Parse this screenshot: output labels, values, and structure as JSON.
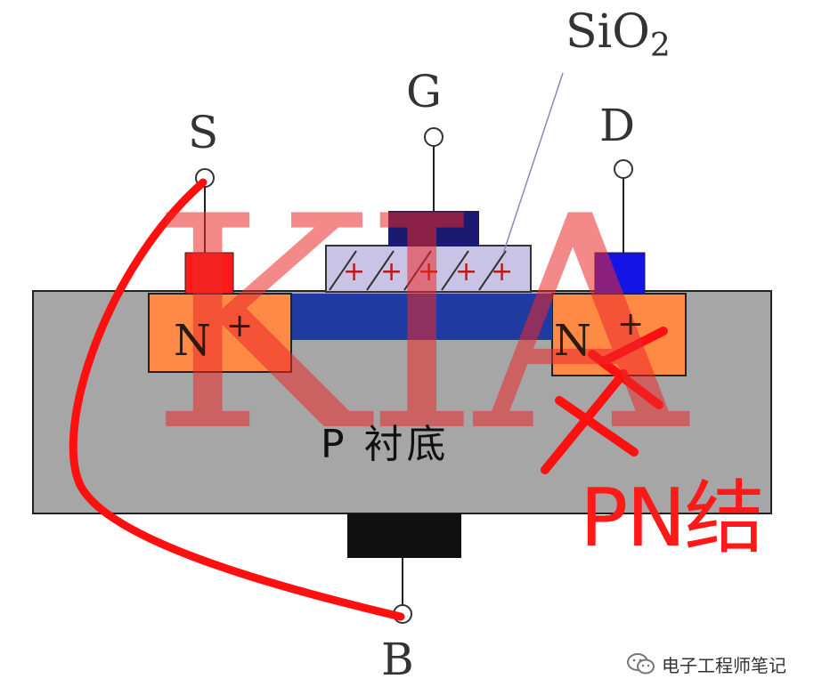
{
  "terminals": {
    "source": "S",
    "gate": "G",
    "drain": "D",
    "body": "B"
  },
  "oxide_label_main": "SiO",
  "oxide_label_sub": "2",
  "n_region_main": "N",
  "n_region_sup": "+",
  "oxide_charge": "+/+/+/+/",
  "substrate_label": "P 衬底",
  "watermark": "KIA",
  "annotation": "PN结",
  "footer": "电子工程师笔记",
  "colors": {
    "substrate": "#a6a6a6",
    "n_region": "#ff8a45",
    "channel": "#1f3aa0",
    "source_contact": "#ff1a1a",
    "drain_contact": "#1414e6",
    "gate_contact": "#1a1a70",
    "oxide": "#c9c4e6",
    "body_contact": "#111111",
    "annotation": "#ff1a1a"
  }
}
